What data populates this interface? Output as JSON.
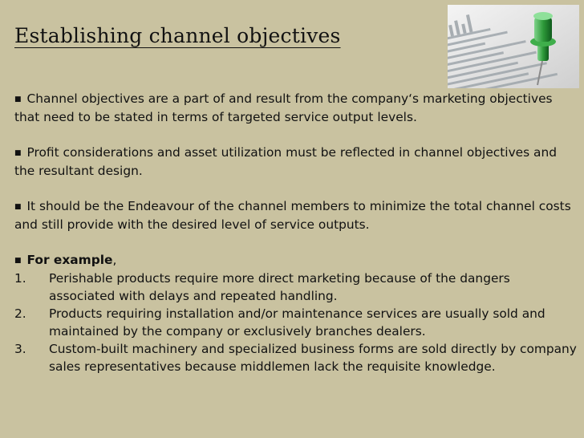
{
  "slide": {
    "title": "Establishing channel objectives",
    "bullet_glyph": "■",
    "paragraphs": [
      "Channel objectives are a part of and result from the company‘s marketing objectives that need to be stated in terms of targeted service output levels.",
      "Profit considerations and asset utilization must be reflected in channel objectives and the resultant design.",
      "It should be the Endeavour of the channel members to minimize the total channel costs and still provide with the desired level of service outputs."
    ],
    "example": {
      "label": "For example",
      "suffix": ",",
      "items": [
        {
          "num": "1.",
          "text": "Perishable products require more direct marketing because of the dangers associated with delays and repeated handling."
        },
        {
          "num": "2.",
          "text": "Products requiring installation and/or maintenance services are usually sold and maintained by the company or exclusively branches dealers."
        },
        {
          "num": "3.",
          "text": "Custom-built machinery and specialized business forms are sold directly by company sales representatives because middlemen lack the requisite knowledge."
        }
      ]
    }
  },
  "image": {
    "icon": "pushpin-chart-photo",
    "pin_color": "#2e9a3a"
  }
}
